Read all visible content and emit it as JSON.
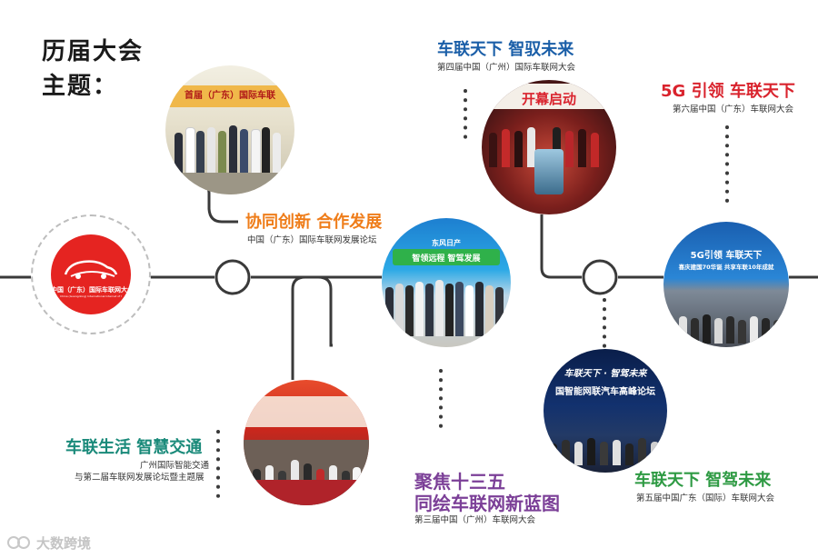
{
  "page_title_line1": "历届大会",
  "page_title_line2": "主题：",
  "logo": {
    "text_cn": "中国（广东）国际车联网大会",
    "text_en": "China (Guangdong) International Internet of Vehicles Conference",
    "brand_color": "#e52421"
  },
  "events": [
    {
      "title": "协同创新 合作发展",
      "subtitle": "中国（广东）国际车联网发展论坛",
      "color": "#ef7d1a"
    },
    {
      "title": "车联生活 智慧交通",
      "subtitle_line1": "广州国际智能交通",
      "subtitle_line2": "与第二届车联网发展论坛暨主题展",
      "color": "#1a8a7a"
    },
    {
      "title_line1": "聚焦十三五",
      "title_line2": "同绘车联网新蓝图",
      "subtitle": "第三届中国（广州）车联网大会",
      "color": "#7b3f97"
    },
    {
      "title": "车联天下 智驭未来",
      "subtitle": "第四届中国（广州）国际车联网大会",
      "color": "#1b5fa8"
    },
    {
      "title": "车联天下 智驾未来",
      "subtitle": "第五届中国广东（国际）车联网大会",
      "color": "#2e9a43"
    },
    {
      "title": "5G 引领 车联天下",
      "subtitle": "第六届中国（广东）车联网大会",
      "color": "#d9232d"
    }
  ],
  "photo_texts": {
    "p1_banner": "首届（广东）国际车联",
    "p2_banner": "开幕启动",
    "p3_banner_line1": "5G引领 车联天下",
    "p3_banner_line2": "喜庆建国70华诞 共享车联10年成就",
    "p4_banner_line1": "车联天下 · 智驾未来",
    "p4_banner_line2": "国智能网联汽车高峰论坛",
    "p5_banner_line1": "东风日产",
    "p5_banner_line2": "智领远程 智驾发展"
  },
  "watermark": "大数跨境"
}
